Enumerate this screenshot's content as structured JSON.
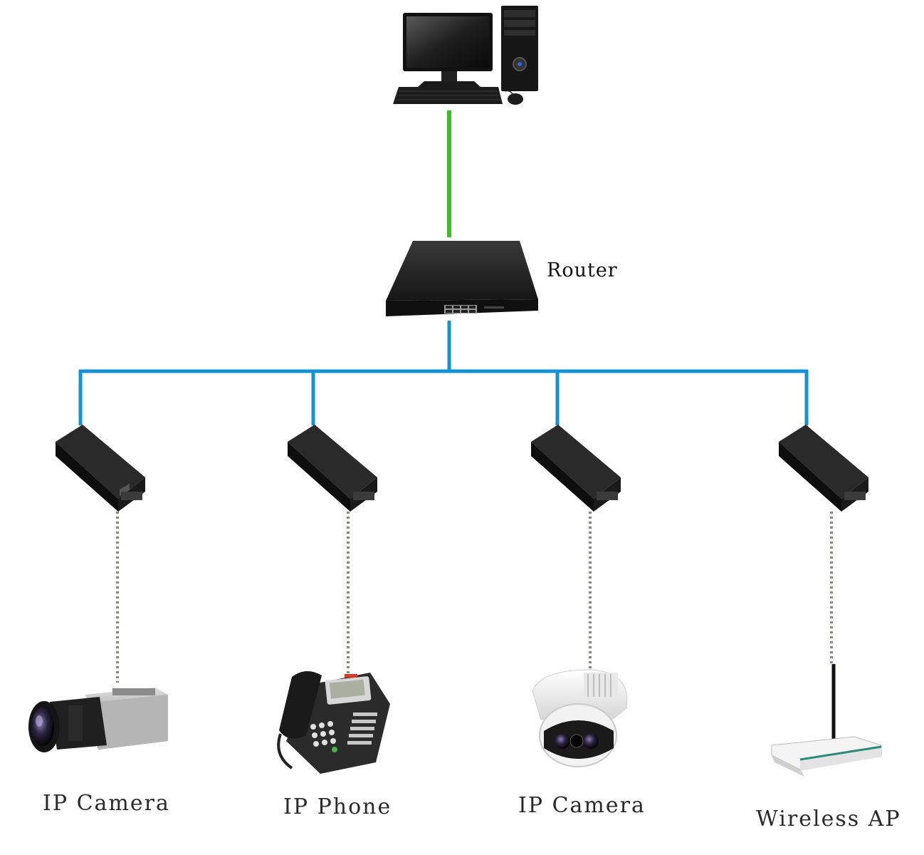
{
  "nodes": {
    "router": {
      "label": "Router"
    },
    "devices": [
      {
        "label": "IP Camera",
        "icon": "box-camera-icon"
      },
      {
        "label": "IP Phone",
        "icon": "ip-phone-icon"
      },
      {
        "label": "IP Camera",
        "icon": "dome-camera-icon"
      },
      {
        "label": "Wireless AP",
        "icon": "wireless-router-icon"
      }
    ]
  },
  "colors": {
    "uplink": "#3dbb2a",
    "lan": "#1592d6",
    "poe_link": "#8a8a7a",
    "device_body": "#1a1a1a"
  }
}
